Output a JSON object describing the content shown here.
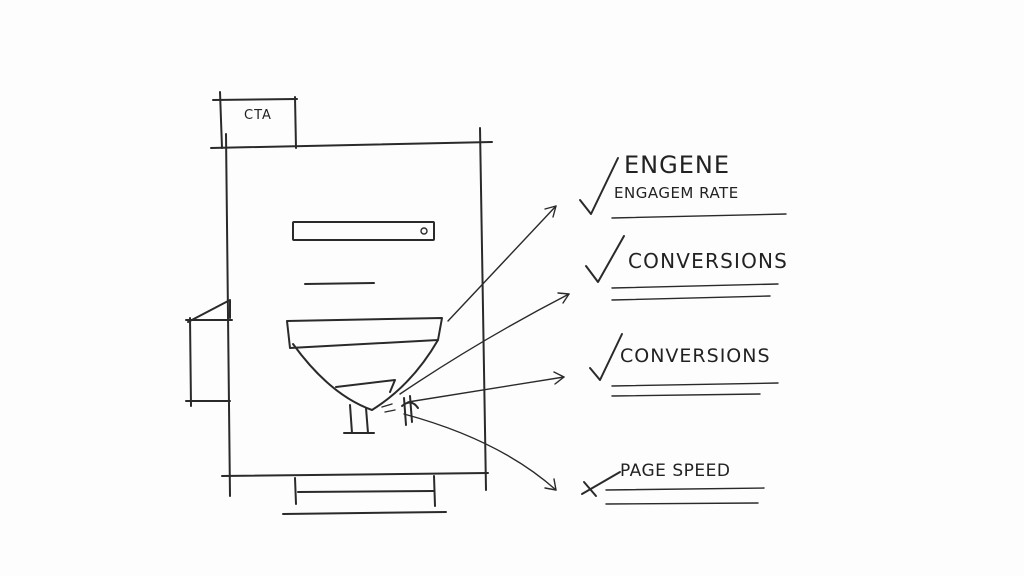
{
  "wireframe": {
    "cta_label": "CTA"
  },
  "metrics": [
    {
      "title": "ENGENE",
      "subtitle": "ENGAGEM RATE",
      "mark": "check"
    },
    {
      "title": "CONVERSIONS",
      "mark": "check"
    },
    {
      "title": "CONVERSIONS",
      "mark": "check"
    },
    {
      "title": "PAGE SPEED",
      "mark": "cross"
    }
  ],
  "colors": {
    "ink": "#2a2a2a",
    "paper": "#fdfdfd"
  }
}
